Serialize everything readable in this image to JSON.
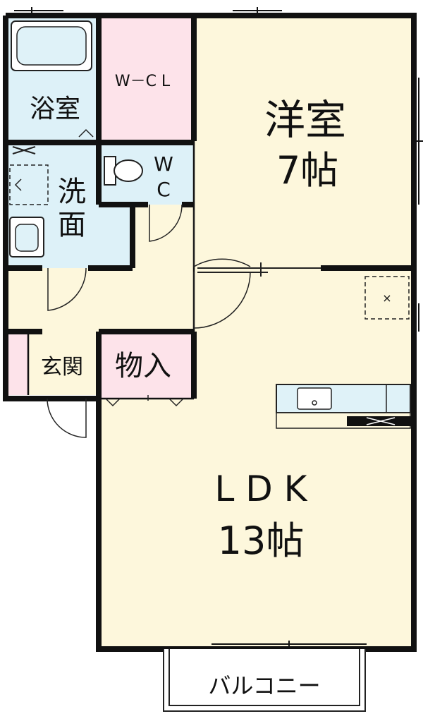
{
  "rooms": {
    "bath": "浴室",
    "wcl": "W－C L",
    "western": "洋室",
    "western_size": "7帖",
    "wc_top": "W",
    "wc_bottom": "C",
    "washroom_1": "洗",
    "washroom_2": "面",
    "entrance": "玄関",
    "storage": "物入",
    "ldk": "L D K",
    "ldk_size": "13帖",
    "balcony": "バルコニー"
  },
  "colors": {
    "wall": "#111111",
    "bath": "#ddf1f8",
    "wcl": "#fde3ea",
    "western": "#fdf7dc",
    "hall": "#fdf7dc",
    "ldk": "#fdf7dc",
    "storage": "#fde3ea",
    "entrance": "#fdf7dc"
  }
}
